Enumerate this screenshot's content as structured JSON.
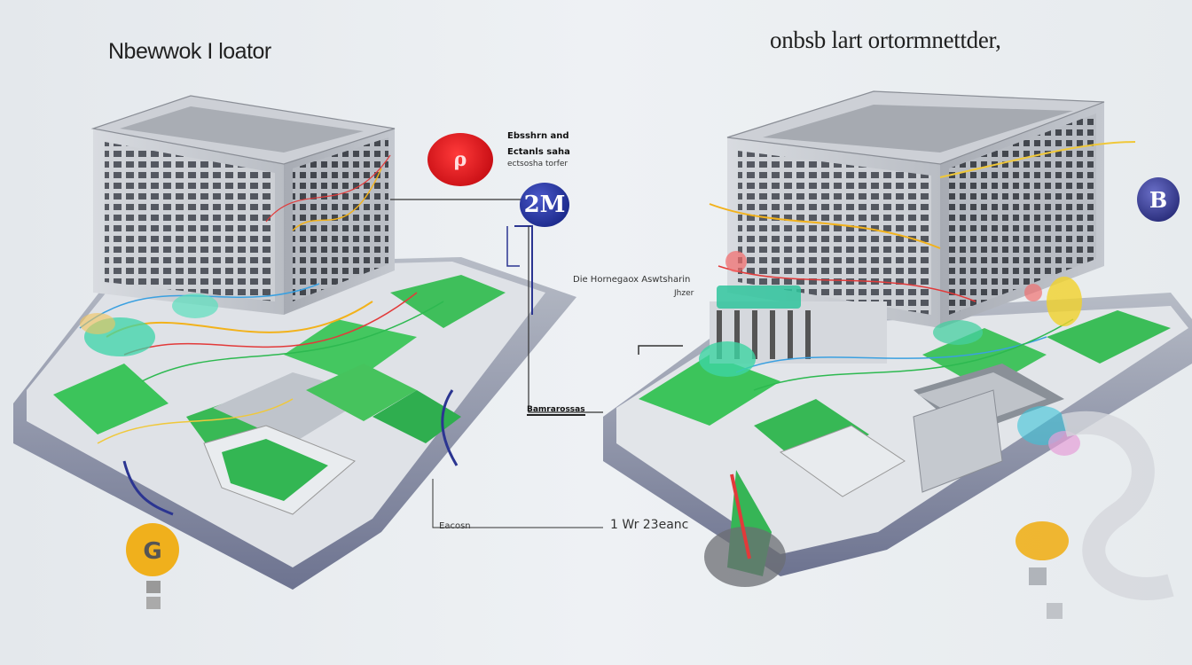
{
  "header": {
    "left_title": "Nbewwok I loator",
    "right_title": "onbsb lart ortormnettder,"
  },
  "labels": {
    "top_note_line1": "Ebsshrn and",
    "top_note_line2": "Ectanls saha",
    "top_note_line3": "ectsosha torfer",
    "middle_note": "Die Hornegaox Aswtsharin",
    "middle_note_sub": "Jhzer",
    "bottom_bar_label": "Bamrarossas",
    "bottom_left_label": "Eacosn",
    "bottom_center_label": "1 Wr 23eanc"
  },
  "badges": {
    "red_badge": "ρ",
    "blue_badge_left": "2M",
    "blue_badge_right": "B"
  },
  "colors": {
    "building_gray": "#c9ccd2",
    "accent_green": "#3dbd5a",
    "accent_blue": "#2b3591",
    "accent_red": "#e0151c",
    "accent_yellow": "#f0b01c"
  }
}
